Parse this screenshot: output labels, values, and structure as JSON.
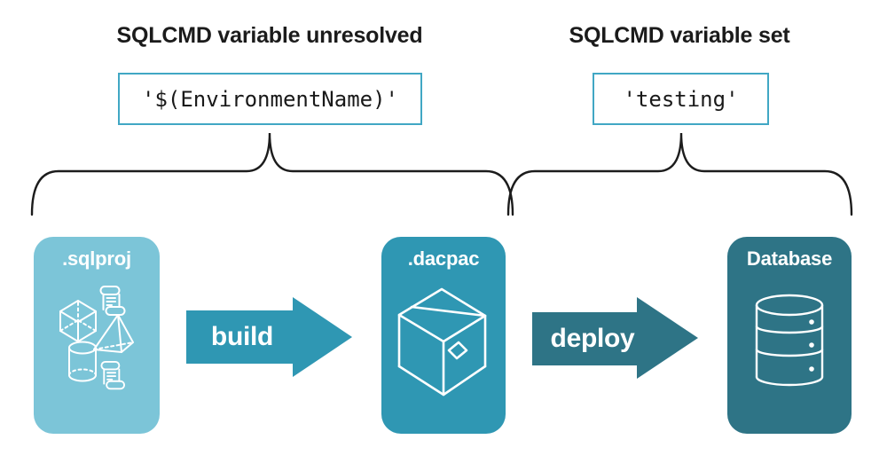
{
  "annotations": {
    "unresolved": {
      "title": "SQLCMD variable unresolved",
      "code": "'$(EnvironmentName)'"
    },
    "set": {
      "title": "SQLCMD variable set",
      "code": "'testing'"
    }
  },
  "pipeline": {
    "stages": [
      {
        "label": ".sqlproj",
        "icon": "sql-objects-icon"
      },
      {
        "label": ".dacpac",
        "icon": "package-icon"
      },
      {
        "label": "Database",
        "icon": "database-icon"
      }
    ],
    "arrows": [
      {
        "label": "build"
      },
      {
        "label": "deploy"
      }
    ]
  },
  "colors": {
    "sqlproj_card": "#7cc5d8",
    "dacpac_card": "#2f97b3",
    "database_card": "#2e7486",
    "build_arrow": "#2f97b3",
    "deploy_arrow": "#2e7486",
    "code_box_border": "#41a7c4",
    "text": "#1b1b1b",
    "icon_stroke": "#ffffff",
    "background": "#ffffff"
  }
}
